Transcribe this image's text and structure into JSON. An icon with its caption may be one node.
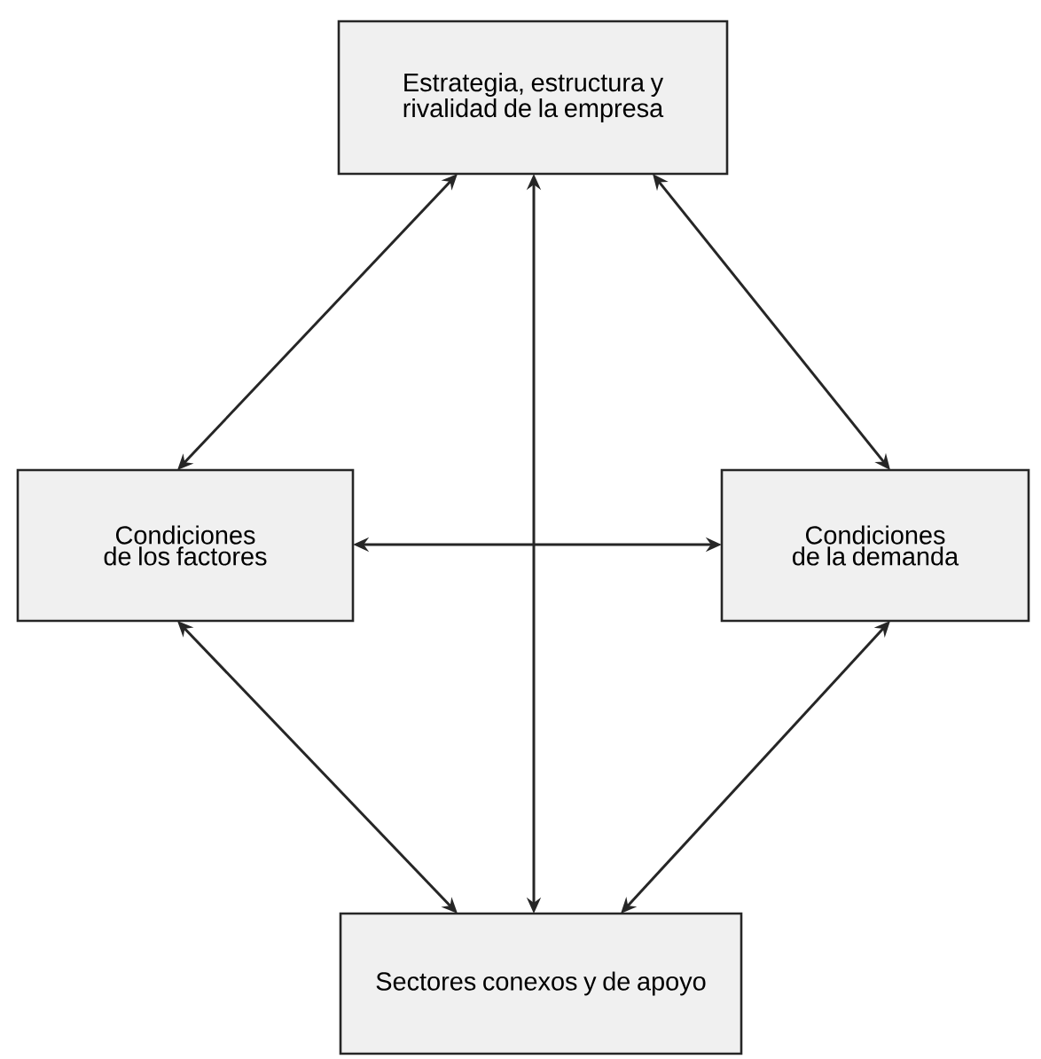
{
  "diagram": {
    "nodes": [
      {
        "text": [
          "Estrategia, estructura y rivalidad de la empresa"
        ]
      },
      {
        "text": [
          "Condiciones de los factores"
        ]
      },
      {
        "text": [
          "Condiciones de la demanda"
        ]
      },
      {
        "text": [
          "Sectores conexos y de apoyo"
        ]
      }
    ],
    "edges": [
      {
        "from": 0,
        "to": 1,
        "arrow": "both"
      },
      {
        "from": 0,
        "to": 2,
        "arrow": "both"
      },
      {
        "from": 0,
        "to": 3,
        "arrow": "both"
      },
      {
        "from": 1,
        "to": 2,
        "arrow": "both"
      },
      {
        "from": 1,
        "to": 3,
        "arrow": "both"
      },
      {
        "from": 2,
        "to": 3,
        "arrow": "both"
      }
    ]
  }
}
